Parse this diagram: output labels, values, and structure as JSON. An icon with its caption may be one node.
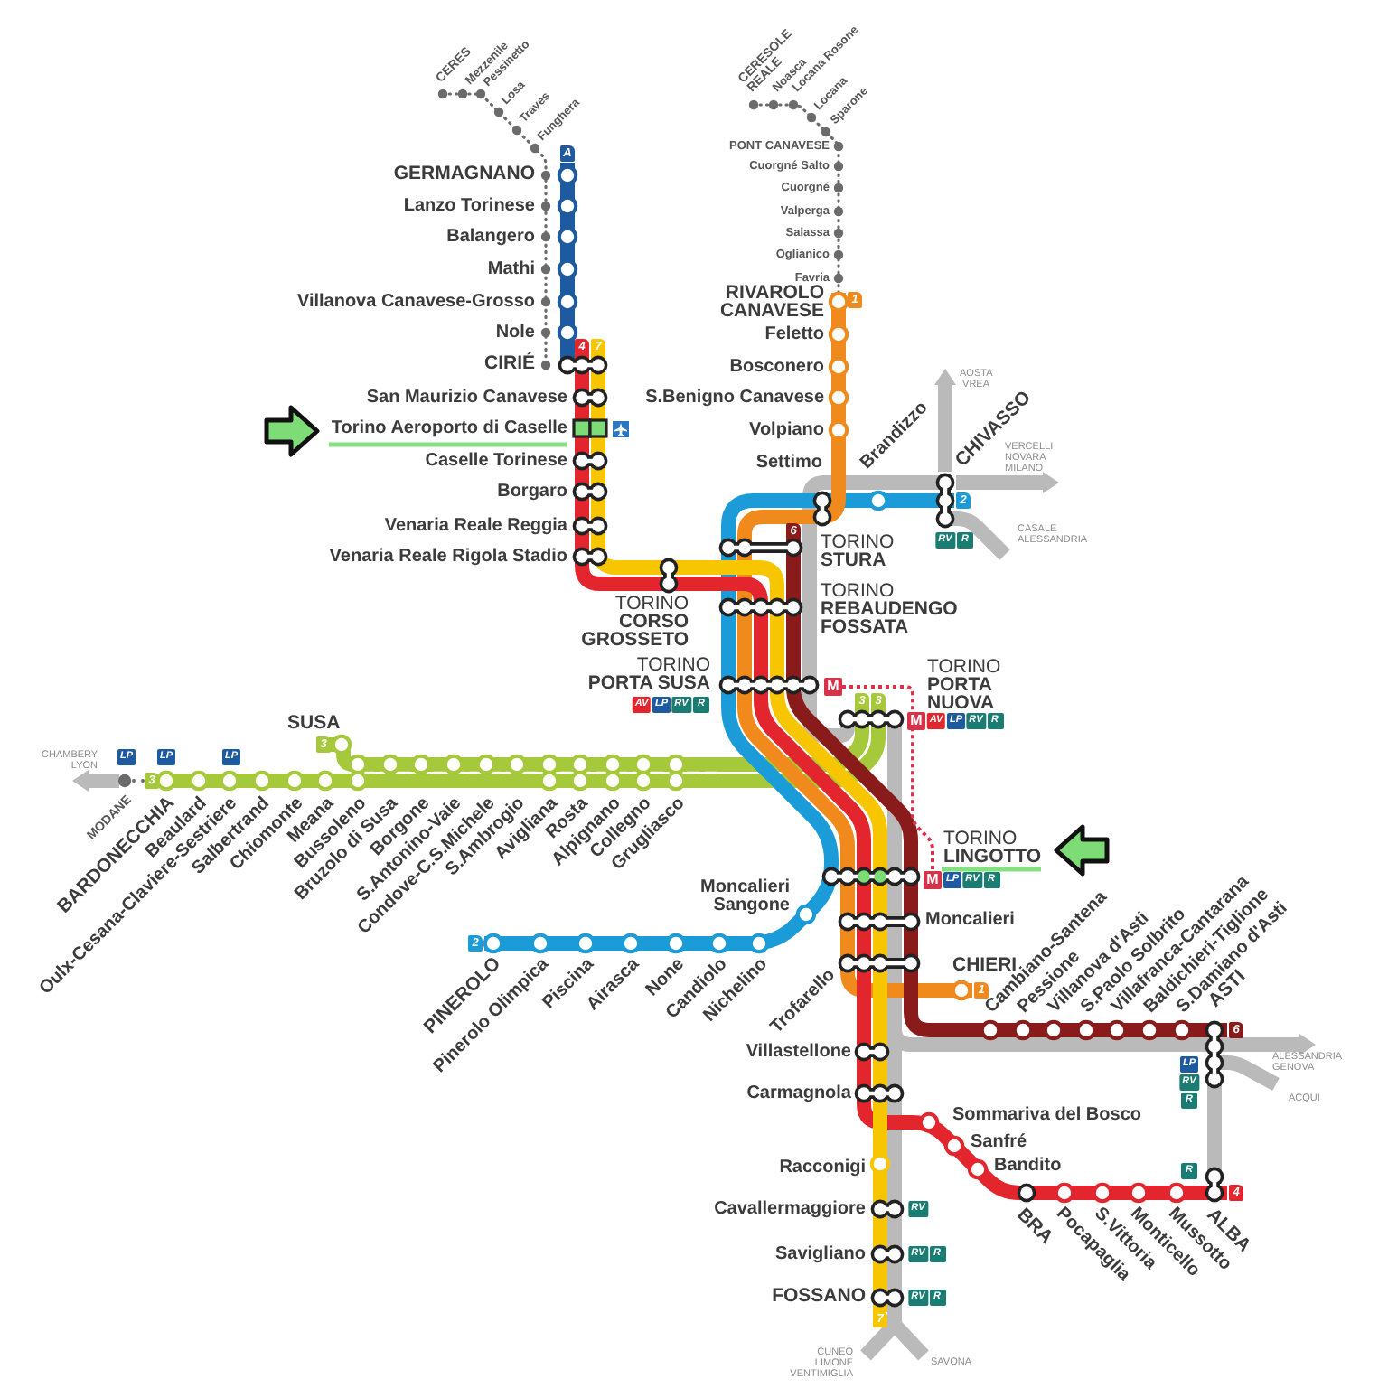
{
  "diagram": {
    "labels": [
      "CERES",
      "Mezzenile",
      "Pessinetto",
      "Losa",
      "Traves",
      "Funghera",
      "CERESOLE REALE",
      "Noasca",
      "Locana Rosone",
      "Locana",
      "Sparone",
      "A",
      "PONT CANAVESE",
      "GERMAGNANO",
      "Cuorgné Salto",
      "Cuorgné",
      "Lanzo Torinese",
      "Valperga",
      "Balangero",
      "Salassa",
      "Oglianico",
      "Mathi",
      "Favria",
      "Villanova Canavese-Grosso",
      "RIVAROLO CANAVESE",
      "1",
      "Nole",
      "Feletto",
      "4",
      "7",
      "CIRIÉ",
      "Bosconero",
      "AOSTA IVREA",
      "San Maurizio Canavese",
      "S.Benigno Canavese",
      "Torino Aeroporto di Caselle",
      "Volpiano",
      "Caselle Torinese",
      "Settimo",
      "Brandizzo",
      "CHIVASSO",
      "VERCELLI NOVARA MILANO",
      "Borgaro",
      "2",
      "Venaria Reale Reggia",
      "6",
      "RV",
      "R",
      "CASALE ALESSANDRIA",
      "Venaria Reale Rigola Stadio",
      "TORINO **STURA**",
      "TORINO **CORSO GROSSETO**",
      "TORINO **REBAUDENGO FOSSATA**",
      "TORINO **PORTA SUSA**",
      "M",
      "TORINO **PORTA NUOVA**",
      "AV",
      "LP",
      "RV",
      "R",
      "3",
      "3",
      "SUSA",
      "M",
      "AV",
      "LP",
      "RV",
      "R",
      "3",
      "CHAMBERY LYON",
      "LP",
      "LP",
      "LP",
      "3",
      "MODANE",
      "BARDONECCHIA",
      "Beaulard",
      "Oulx-Cesana-Claviere-Sestriere",
      "Salbertrand",
      "Chiomonte",
      "Meana",
      "Bussoleno",
      "Bruzolo di Susa",
      "Borgone",
      "S.Antonino-Vaie",
      "Condove-C.S.Michele",
      "S.Ambrogio",
      "Avigliana",
      "Rosta",
      "Alpignano",
      "Collegno",
      "Grugliasco",
      "TORINO **LINGOTTO**",
      "M",
      "LP",
      "RV",
      "R",
      "Moncalieri Sangone",
      "Moncalieri",
      "2",
      "PINEROLO",
      "Pinerolo Olimpica",
      "Piscina",
      "Airasca",
      "None",
      "Candiolo",
      "Nichelino",
      "Trofarello",
      "CHIERI",
      "1",
      "Cambiano-Santena",
      "Pessione",
      "Villanova d'Asti",
      "S.Paolo Solbrito",
      "Villafranca-Cantarana",
      "Baldichieri-Tiglione",
      "S.Damiano d'Asti",
      "ASTI",
      "6",
      "Villastellone",
      "LP",
      "ALESSANDRIA GENOVA",
      "RV",
      "Carmagnola",
      "R",
      "ACQUI",
      "Sommariva del Bosco",
      "Sanfré",
      "Racconigi",
      "Bandito",
      "R",
      "4",
      "Cavallermaggiore",
      "RV",
      "BRA",
      "Pocapaglia",
      "S.Vittoria",
      "Monticello",
      "Mussotto",
      "ALBA",
      "Savigliano",
      "RV",
      "R",
      "FOSSANO",
      "RV",
      "R",
      "7",
      "CUNEO LIMONE VENTIMIGLIA",
      "SAVONA"
    ]
  }
}
